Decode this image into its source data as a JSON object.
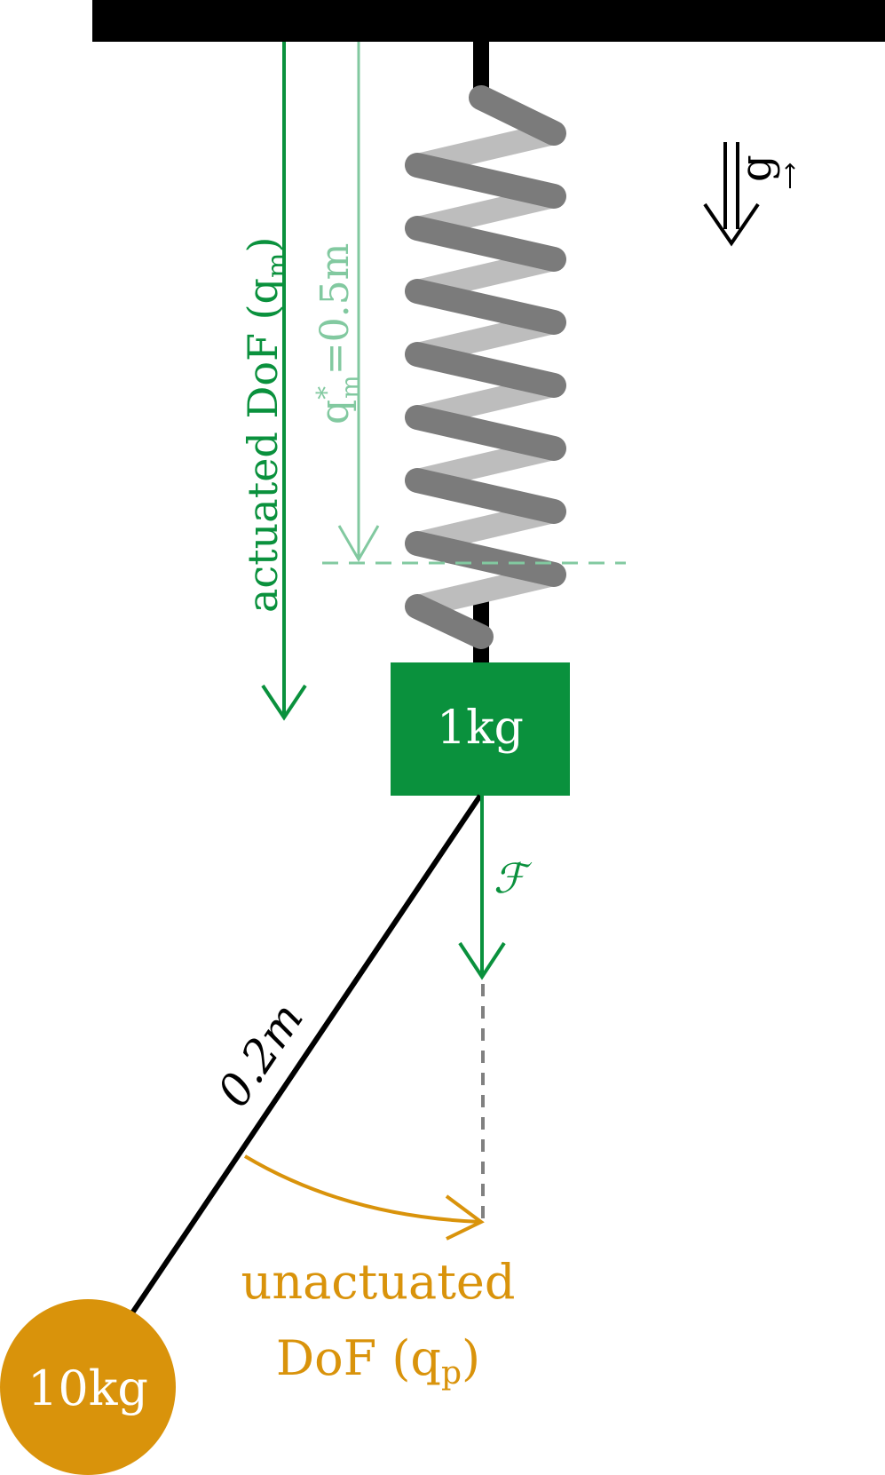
{
  "colors": {
    "black": "#000000",
    "green": "#0a913d",
    "light_green": "#82c9a0",
    "orange": "#d9930b",
    "coil_dark": "#7b7b7b",
    "coil_light": "#bdbdbd",
    "gray_dash": "#808080",
    "white": "#ffffff"
  },
  "labels": {
    "actuated_main": "actuated DoF (q",
    "actuated_sub": "m",
    "actuated_close": ")",
    "rest_q": "q",
    "rest_star": "*",
    "rest_sub": "m",
    "rest_value": "=0.5m",
    "gravity_symbol": "g",
    "mass_top": "1kg",
    "force_symbol": "ℱ",
    "rod_length": "0.2m",
    "unactuated_line1": "unactuated",
    "unactuated_line2_main": "DoF (q",
    "unactuated_sub": "p",
    "unactuated_close": ")",
    "mass_bottom": "10kg"
  },
  "icons": {
    "gravity_arrow": "double-arrow-down-icon"
  }
}
